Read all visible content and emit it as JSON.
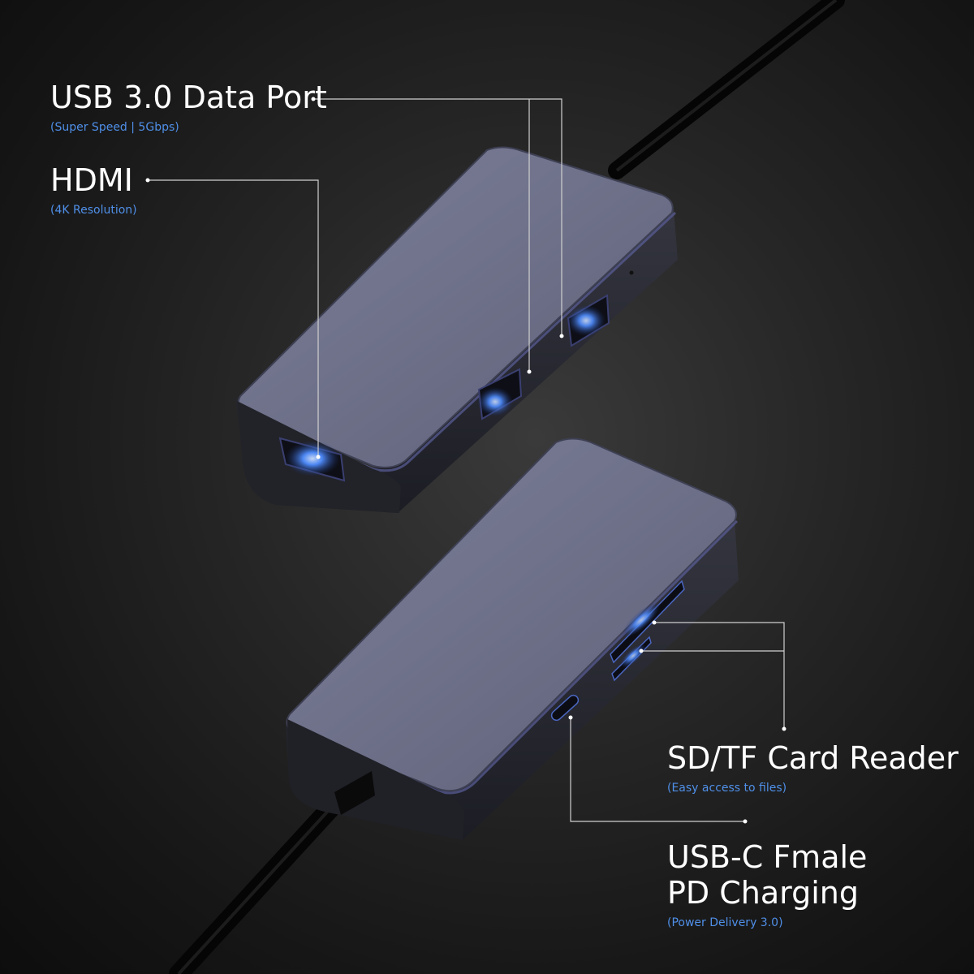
{
  "callouts": {
    "usb3": {
      "title": "USB 3.0 Data Port",
      "subtitle": "(Super Speed | 5Gbps)"
    },
    "hdmi": {
      "title": "HDMI",
      "subtitle": "(4K Resolution)"
    },
    "sdtf": {
      "title": "SD/TF Card Reader",
      "subtitle": "(Easy access to files)"
    },
    "usbc": {
      "title_line1": "USB-C Fmale",
      "title_line2": "PD Charging",
      "subtitle": "(Power Delivery 3.0)"
    }
  },
  "colors": {
    "background": "#1e1e1e",
    "hub_top": "#6f7289",
    "hub_side": "#2a2b33",
    "accent_glow": "#3f7fff",
    "subtitle_text": "#4f8fe8",
    "leader_line": "#cfcfcf"
  }
}
